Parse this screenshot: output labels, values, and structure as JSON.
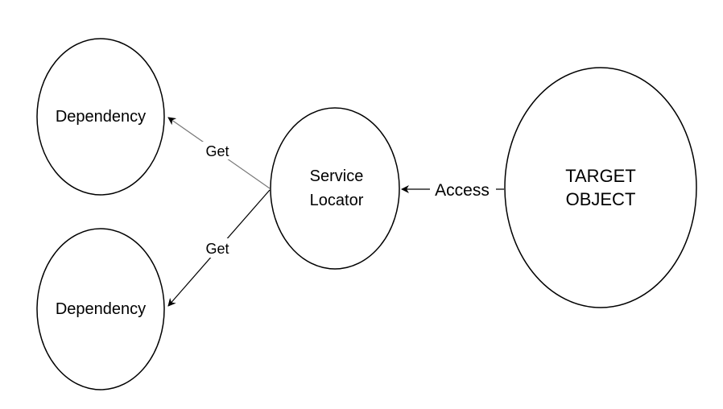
{
  "diagram": {
    "nodes": {
      "dependency_top": {
        "label": "Dependency"
      },
      "dependency_bottom": {
        "label": "Dependency"
      },
      "service_locator": {
        "line1": "Service",
        "line2": "Locator"
      },
      "target_object": {
        "line1": "TARGET",
        "line2": "OBJECT"
      }
    },
    "edges": {
      "get_top": {
        "label": "Get"
      },
      "get_bottom": {
        "label": "Get"
      },
      "access": {
        "label": "Access"
      }
    }
  }
}
